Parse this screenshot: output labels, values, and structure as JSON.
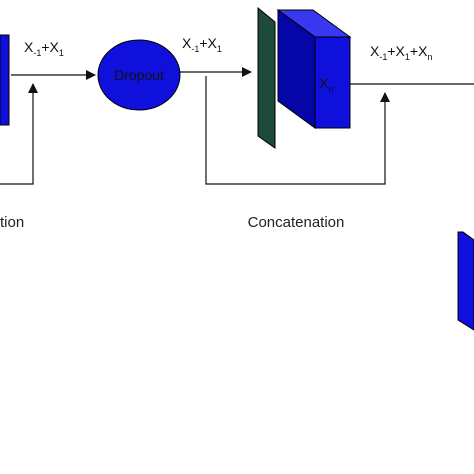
{
  "diagram": {
    "colors": {
      "block_fill": "#1010dd",
      "block_side": "#0606a8",
      "block_top": "#3838f0",
      "dark_layer": "#1d4a3a",
      "arrow": "#111111",
      "text": "#111111"
    },
    "labels": {
      "sum_1": {
        "a": "X",
        "a_sub": "-1",
        "plus": "+X",
        "b_sub": "1"
      },
      "sum_2": {
        "a": "X",
        "a_sub": "-1",
        "plus": "+X",
        "b_sub": "1"
      },
      "sum_3": {
        "a": "X",
        "a_sub": "-1",
        "plus1": "+X",
        "b_sub": "1",
        "plus2": "+X",
        "c_sub": "n"
      },
      "dropout": "Dropout",
      "xn": {
        "main": "X",
        "sub": "n"
      },
      "concat_left": "tion",
      "concat_mid": "Concatenation"
    }
  }
}
